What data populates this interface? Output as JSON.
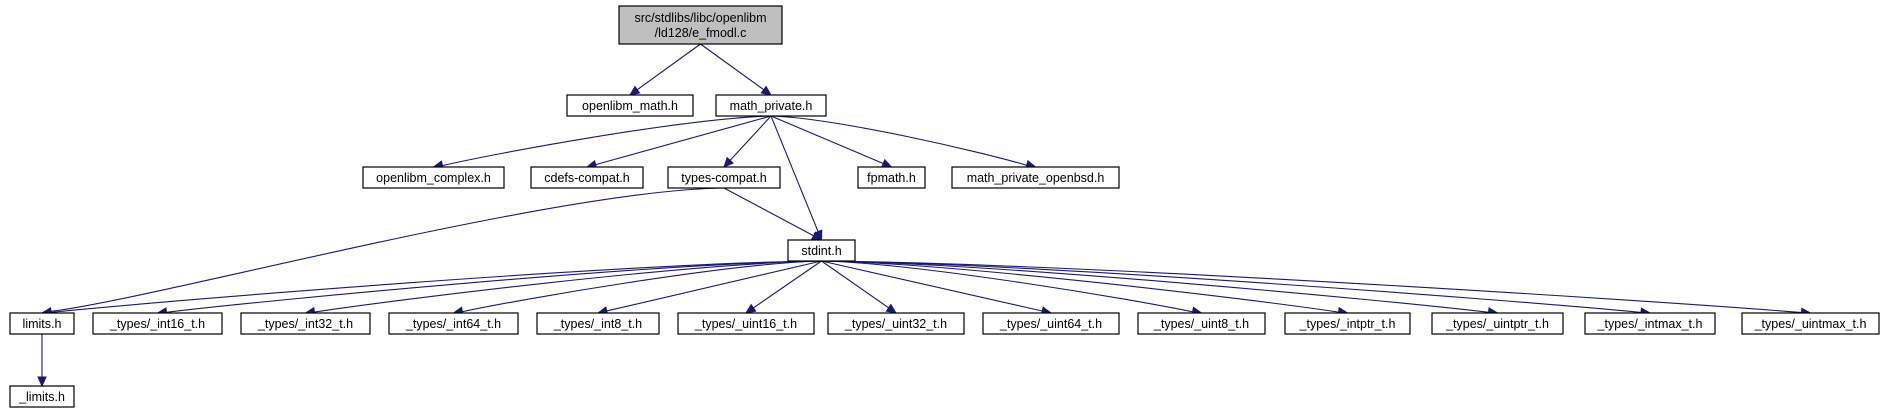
{
  "colors": {
    "edge": "#191970",
    "root_fill": "#bfbfbf",
    "node_fill": "#ffffff",
    "border": "#000000"
  },
  "nodes": {
    "root": [
      "src/stdlibs/libc/openlibm",
      "/ld128/e_fmodl.c"
    ],
    "openlibm_math": "openlibm_math.h",
    "math_private": "math_private.h",
    "openlibm_complex": "openlibm_complex.h",
    "cdefs_compat": "cdefs-compat.h",
    "types_compat": "types-compat.h",
    "fpmath": "fpmath.h",
    "math_private_openbsd": "math_private_openbsd.h",
    "stdint": "stdint.h",
    "limits": "limits.h",
    "int16": "_types/_int16_t.h",
    "int32": "_types/_int32_t.h",
    "int64": "_types/_int64_t.h",
    "int8": "_types/_int8_t.h",
    "uint16": "_types/_uint16_t.h",
    "uint32": "_types/_uint32_t.h",
    "uint64": "_types/_uint64_t.h",
    "uint8": "_types/_uint8_t.h",
    "intptr": "_types/_intptr_t.h",
    "uintptr": "_types/_uintptr_t.h",
    "intmax": "_types/_intmax_t.h",
    "uintmax": "_types/_uintmax_t.h",
    "_limits": "_limits.h"
  },
  "edges": [
    [
      "root",
      "openlibm_math"
    ],
    [
      "root",
      "math_private"
    ],
    [
      "math_private",
      "openlibm_complex"
    ],
    [
      "math_private",
      "cdefs_compat"
    ],
    [
      "math_private",
      "types_compat"
    ],
    [
      "math_private",
      "stdint"
    ],
    [
      "math_private",
      "fpmath"
    ],
    [
      "math_private",
      "math_private_openbsd"
    ],
    [
      "types_compat",
      "limits"
    ],
    [
      "types_compat",
      "stdint"
    ],
    [
      "stdint",
      "limits"
    ],
    [
      "stdint",
      "int16"
    ],
    [
      "stdint",
      "int32"
    ],
    [
      "stdint",
      "int64"
    ],
    [
      "stdint",
      "int8"
    ],
    [
      "stdint",
      "uint16"
    ],
    [
      "stdint",
      "uint32"
    ],
    [
      "stdint",
      "uint64"
    ],
    [
      "stdint",
      "uint8"
    ],
    [
      "stdint",
      "intptr"
    ],
    [
      "stdint",
      "uintptr"
    ],
    [
      "stdint",
      "intmax"
    ],
    [
      "stdint",
      "uintmax"
    ],
    [
      "limits",
      "_limits"
    ]
  ]
}
